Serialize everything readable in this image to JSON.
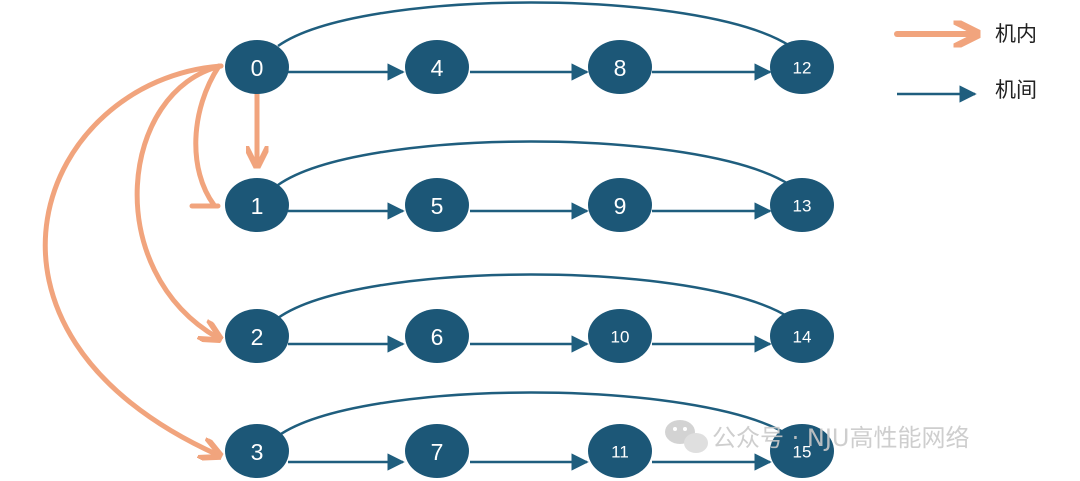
{
  "nodes": [
    {
      "id": "0"
    },
    {
      "id": "4"
    },
    {
      "id": "8"
    },
    {
      "id": "12"
    },
    {
      "id": "1"
    },
    {
      "id": "5"
    },
    {
      "id": "9"
    },
    {
      "id": "13"
    },
    {
      "id": "2"
    },
    {
      "id": "6"
    },
    {
      "id": "10"
    },
    {
      "id": "14"
    },
    {
      "id": "3"
    },
    {
      "id": "7"
    },
    {
      "id": "11"
    },
    {
      "id": "15"
    }
  ],
  "legend": {
    "intra_label": "机内",
    "inter_label": "机间"
  },
  "watermark": {
    "text": "公众号 · NJU高性能网络"
  },
  "colors": {
    "node_fill": "#1c5777",
    "inter_edge": "#1f5e7e",
    "intra_edge": "#f1a47d",
    "node_text": "#ffffff"
  }
}
